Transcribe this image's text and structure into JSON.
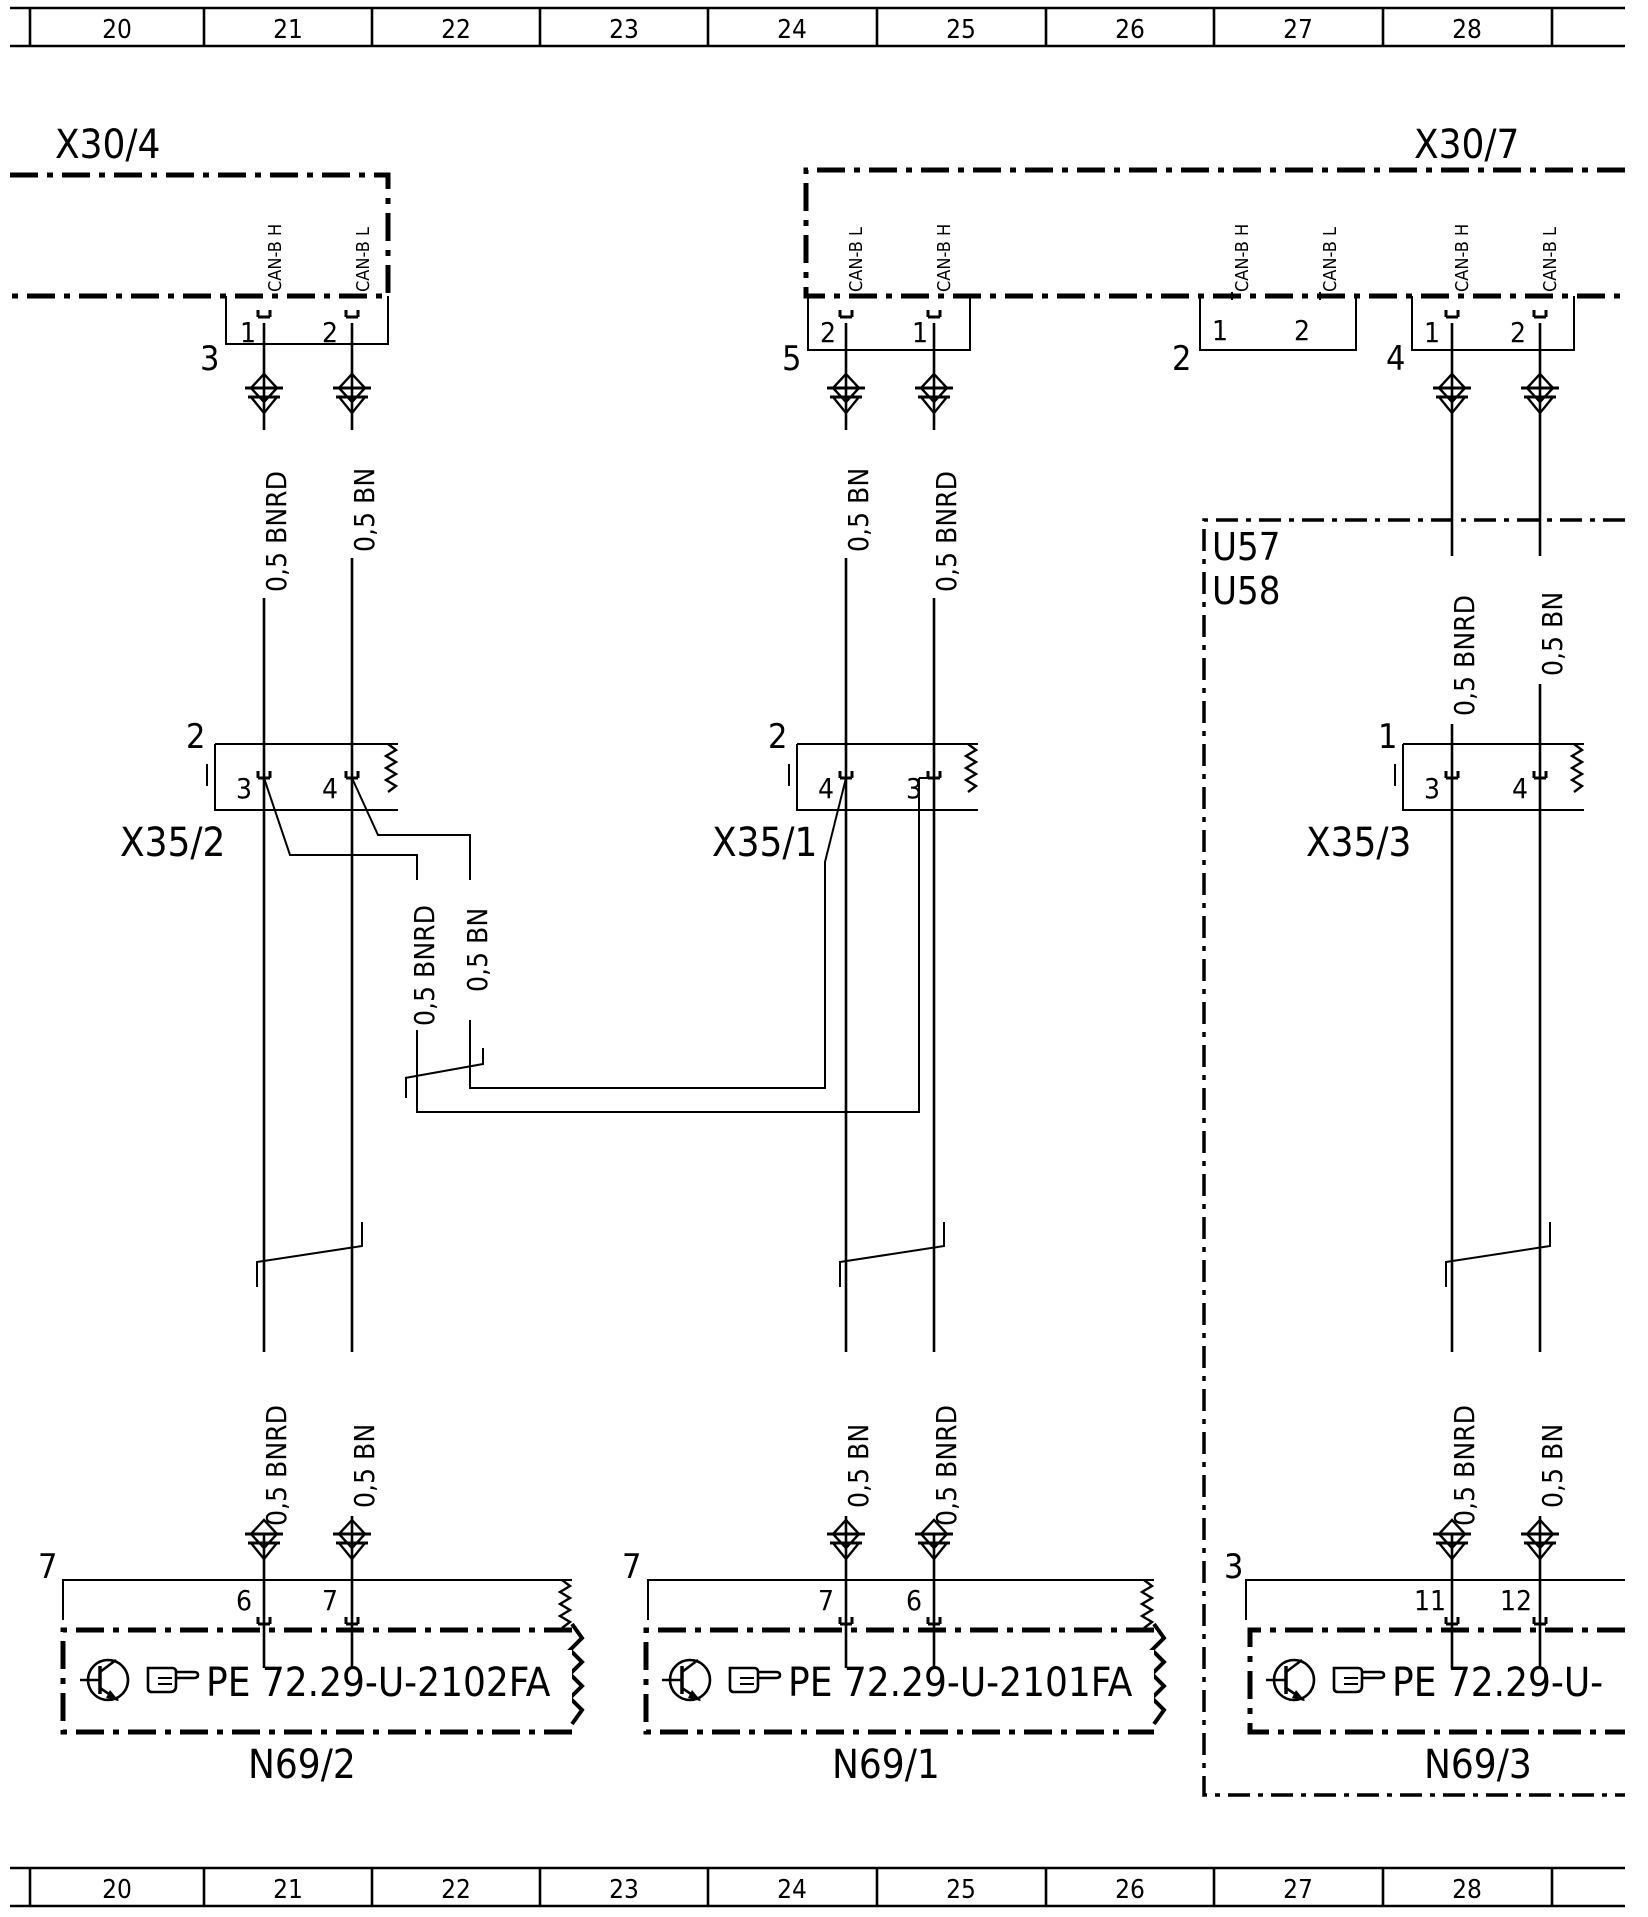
{
  "ruler": {
    "columns": [
      "20",
      "21",
      "22",
      "23",
      "24",
      "25",
      "26",
      "27",
      "28"
    ]
  },
  "connectors": {
    "x30_4": "X30/4",
    "x30_7": "X30/7"
  },
  "signals": {
    "can_b_h": "CAN-B H",
    "can_b_l": "CAN-B L"
  },
  "pins": {
    "p1": "1",
    "p2": "2",
    "p3": "3",
    "p4": "4",
    "p5": "5",
    "p6": "6",
    "p7": "7",
    "p11": "11",
    "p12": "12"
  },
  "wires": {
    "bnrd": "0,5 BNRD",
    "bn": "0,5 BN"
  },
  "splices": {
    "x35_2": "X35/2",
    "x35_1": "X35/1",
    "x35_3": "X35/3"
  },
  "modules": {
    "u57": "U57",
    "u58": "U58",
    "n69_2": "N69/2",
    "n69_1": "N69/1",
    "n69_3": "N69/3",
    "pe_2102": "PE 72.29-U-2102FA",
    "pe_2101": "PE 72.29-U-2101FA",
    "pe_cut": "PE 72.29-U-"
  },
  "icons": {
    "transistor": "transistor-icon",
    "pointer": "pointing-hand-icon",
    "connector_symbol": "connector-symbol-icon"
  },
  "colors": {
    "ink": "#000000",
    "paper": "#ffffff"
  }
}
